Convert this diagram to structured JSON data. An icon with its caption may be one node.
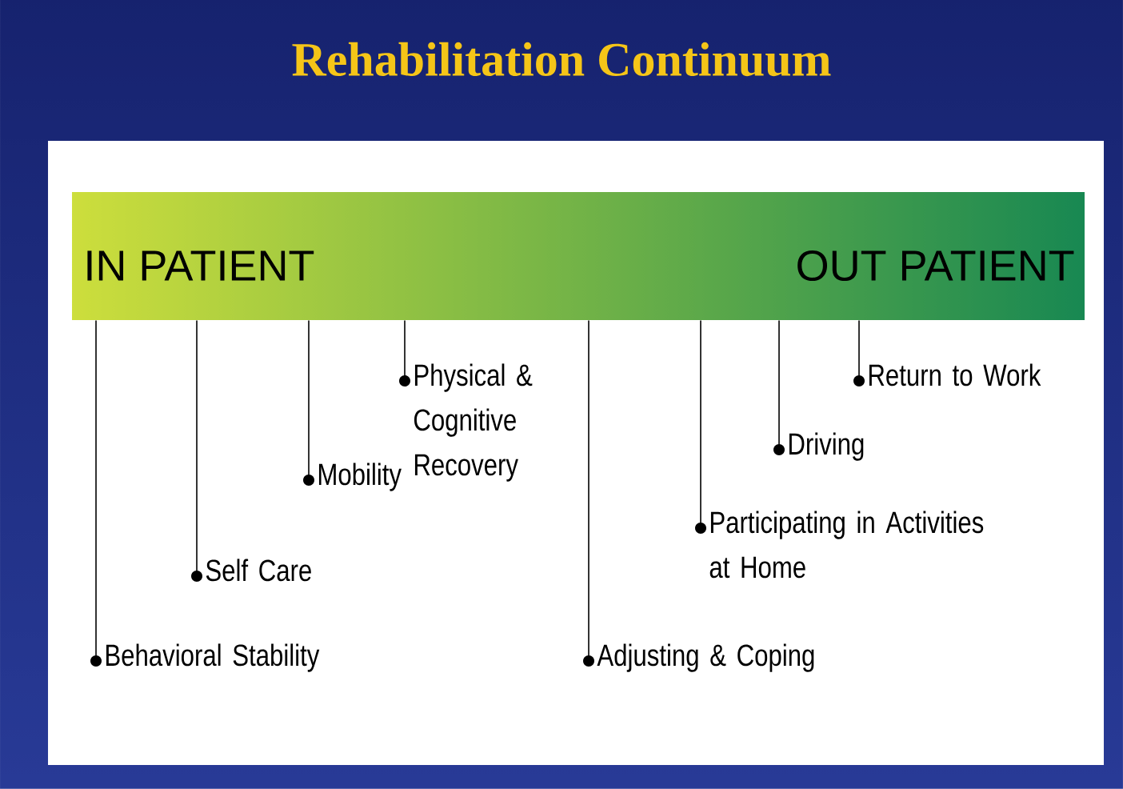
{
  "diagram": {
    "title": "Rehabilitation Continuum",
    "nodes": [
      {
        "text": [
          "IN PATIENT",
          "OUT PATIENT"
        ]
      },
      {
        "text": [
          "Behavioral Stability"
        ]
      },
      {
        "text": [
          "Self Care"
        ]
      },
      {
        "text": [
          "Mobility"
        ]
      },
      {
        "text": [
          "Physical & Cognitive Recovery"
        ]
      },
      {
        "text": [
          "Adjusting & Coping"
        ]
      },
      {
        "text": [
          "Participating in Activities at Home"
        ]
      },
      {
        "text": [
          "Driving"
        ]
      },
      {
        "text": [
          "Return to Work"
        ]
      }
    ],
    "edges": [
      {
        "from": 0,
        "to": 1,
        "arrow": "other"
      },
      {
        "from": 0,
        "to": 2,
        "arrow": "other"
      },
      {
        "from": 0,
        "to": 3,
        "arrow": "other"
      },
      {
        "from": 0,
        "to": 4,
        "arrow": "other"
      },
      {
        "from": 0,
        "to": 5,
        "arrow": "other"
      },
      {
        "from": 0,
        "to": 6,
        "arrow": "other"
      },
      {
        "from": 0,
        "to": 7,
        "arrow": "other"
      },
      {
        "from": 0,
        "to": 8,
        "arrow": "other"
      }
    ]
  }
}
